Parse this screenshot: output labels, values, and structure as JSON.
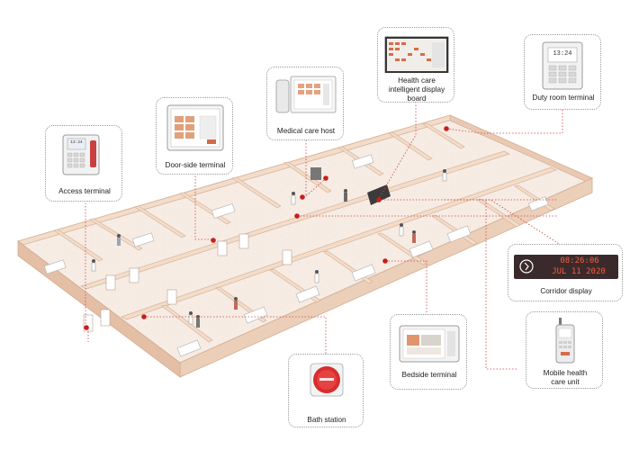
{
  "callouts": {
    "access_terminal": "Access terminal",
    "door_side_terminal": "Door-side terminal",
    "medical_care_host": "Medical care host",
    "health_care_board": [
      "Health care",
      "intelligent display",
      "board"
    ],
    "duty_room_terminal": "Duty room terminal",
    "corridor_display": "Corridor display",
    "bedside_terminal": "Bedside terminal",
    "mobile_health_care_unit": [
      "Mobile health",
      "care unit"
    ],
    "bath_station": "Bath station"
  },
  "screens": {
    "access_time": "13:24",
    "duty_time": "13:24",
    "corridor_time": "08:26:06",
    "corridor_date": "JUL 11 2020"
  },
  "colors": {
    "floor": "#f6ece4",
    "wall_top": "#f3dcc9",
    "wall_side": "#e4bfa5",
    "wall_front": "#eccfb9",
    "marker": "#c81e1e",
    "leader": "#d24040",
    "display_bg": "#3a2a2c",
    "display_text": "#ff5a3c"
  }
}
